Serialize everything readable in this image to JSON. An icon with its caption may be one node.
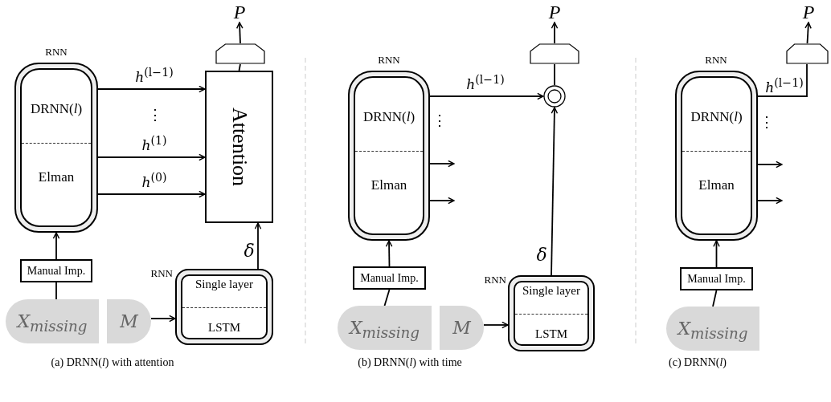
{
  "diagram": {
    "nodes": [
      {
        "text": [
          "DRNN(*l*)",
          "Elman"
        ],
        "beside": [
          "RNN"
        ]
      },
      {
        "text": [
          "Attention"
        ]
      },
      {
        "text": [],
        "shape": "trapezoid"
      },
      {
        "text": [
          "P"
        ]
      },
      {
        "text": [
          "Manual Imp."
        ]
      },
      {
        "text": [
          "X$_{missing}$"
        ]
      },
      {
        "text": [
          "M"
        ]
      },
      {
        "text": [
          "Single layer",
          "LSTM"
        ],
        "beside": [
          "RNN"
        ]
      },
      {
        "text": [
          "DRNN(*l*)",
          "Elman"
        ],
        "beside": [
          "RNN"
        ]
      },
      {
        "text": [],
        "shape": "trapezoid"
      },
      {
        "text": [
          "P"
        ]
      },
      {
        "text": [],
        "shape": "circle"
      },
      {
        "text": [
          "Manual Imp."
        ]
      },
      {
        "text": [
          "X$_{missing}$"
        ]
      },
      {
        "text": [
          "M"
        ]
      },
      {
        "text": [
          "Single layer",
          "LSTM"
        ],
        "beside": [
          "RNN"
        ]
      },
      {
        "text": [
          "DRNN(*l*)",
          "Elman"
        ],
        "beside": [
          "RNN"
        ]
      },
      {
        "text": [],
        "shape": "trapezoid"
      },
      {
        "text": [
          "P"
        ]
      },
      {
        "text": [
          "Manual Imp."
        ]
      },
      {
        "text": [
          "X$_{missing}$"
        ]
      }
    ],
    "edges": [
      {
        "from": 0,
        "to": 1,
        "arrow": "to",
        "label": "*h*$^{(l−1)}$"
      },
      {
        "from": 0,
        "to": 1,
        "arrow": "to",
        "label": "*h*$^{(1)}$"
      },
      {
        "from": 0,
        "to": 1,
        "arrow": "to",
        "label": "*h*$^{(0)}$"
      },
      {
        "from": 1,
        "to": 2,
        "arrow": "none"
      },
      {
        "from": 2,
        "to": 3,
        "arrow": "to"
      },
      {
        "from": 7,
        "to": 1,
        "arrow": "to",
        "label": "δ"
      },
      {
        "from": 4,
        "to": 0,
        "arrow": "to"
      },
      {
        "from": 5,
        "to": 4,
        "arrow": "none"
      },
      {
        "from": 6,
        "to": 7,
        "arrow": "to"
      },
      {
        "from": 8,
        "to": 11,
        "arrow": "to",
        "label": "*h*$^{(l−1)}$"
      },
      {
        "from": 8,
        "to": null,
        "arrow": "to"
      },
      {
        "from": 8,
        "to": null,
        "arrow": "to"
      },
      {
        "from": 11,
        "to": 9,
        "arrow": "none"
      },
      {
        "from": 9,
        "to": 10,
        "arrow": "to"
      },
      {
        "from": 15,
        "to": 11,
        "arrow": "to",
        "label": "δ"
      },
      {
        "from": 12,
        "to": 8,
        "arrow": "to"
      },
      {
        "from": 13,
        "to": 12,
        "arrow": "none"
      },
      {
        "from": 14,
        "to": 15,
        "arrow": "to"
      },
      {
        "from": 16,
        "to": 17,
        "arrow": "none",
        "label": "*h*$^{(l−1)}$"
      },
      {
        "from": 17,
        "to": 18,
        "arrow": "to"
      },
      {
        "from": 16,
        "to": null,
        "arrow": "to"
      },
      {
        "from": 16,
        "to": null,
        "arrow": "to"
      },
      {
        "from": 19,
        "to": 16,
        "arrow": "to"
      },
      {
        "from": 20,
        "to": 19,
        "arrow": "none"
      }
    ],
    "labels": [
      "⋮",
      "(a) DRNN(*l*) with attention",
      "⋮",
      "(b) DRNN(*l*) with time",
      "⋮",
      "(c) DRNN(*l*)"
    ]
  }
}
